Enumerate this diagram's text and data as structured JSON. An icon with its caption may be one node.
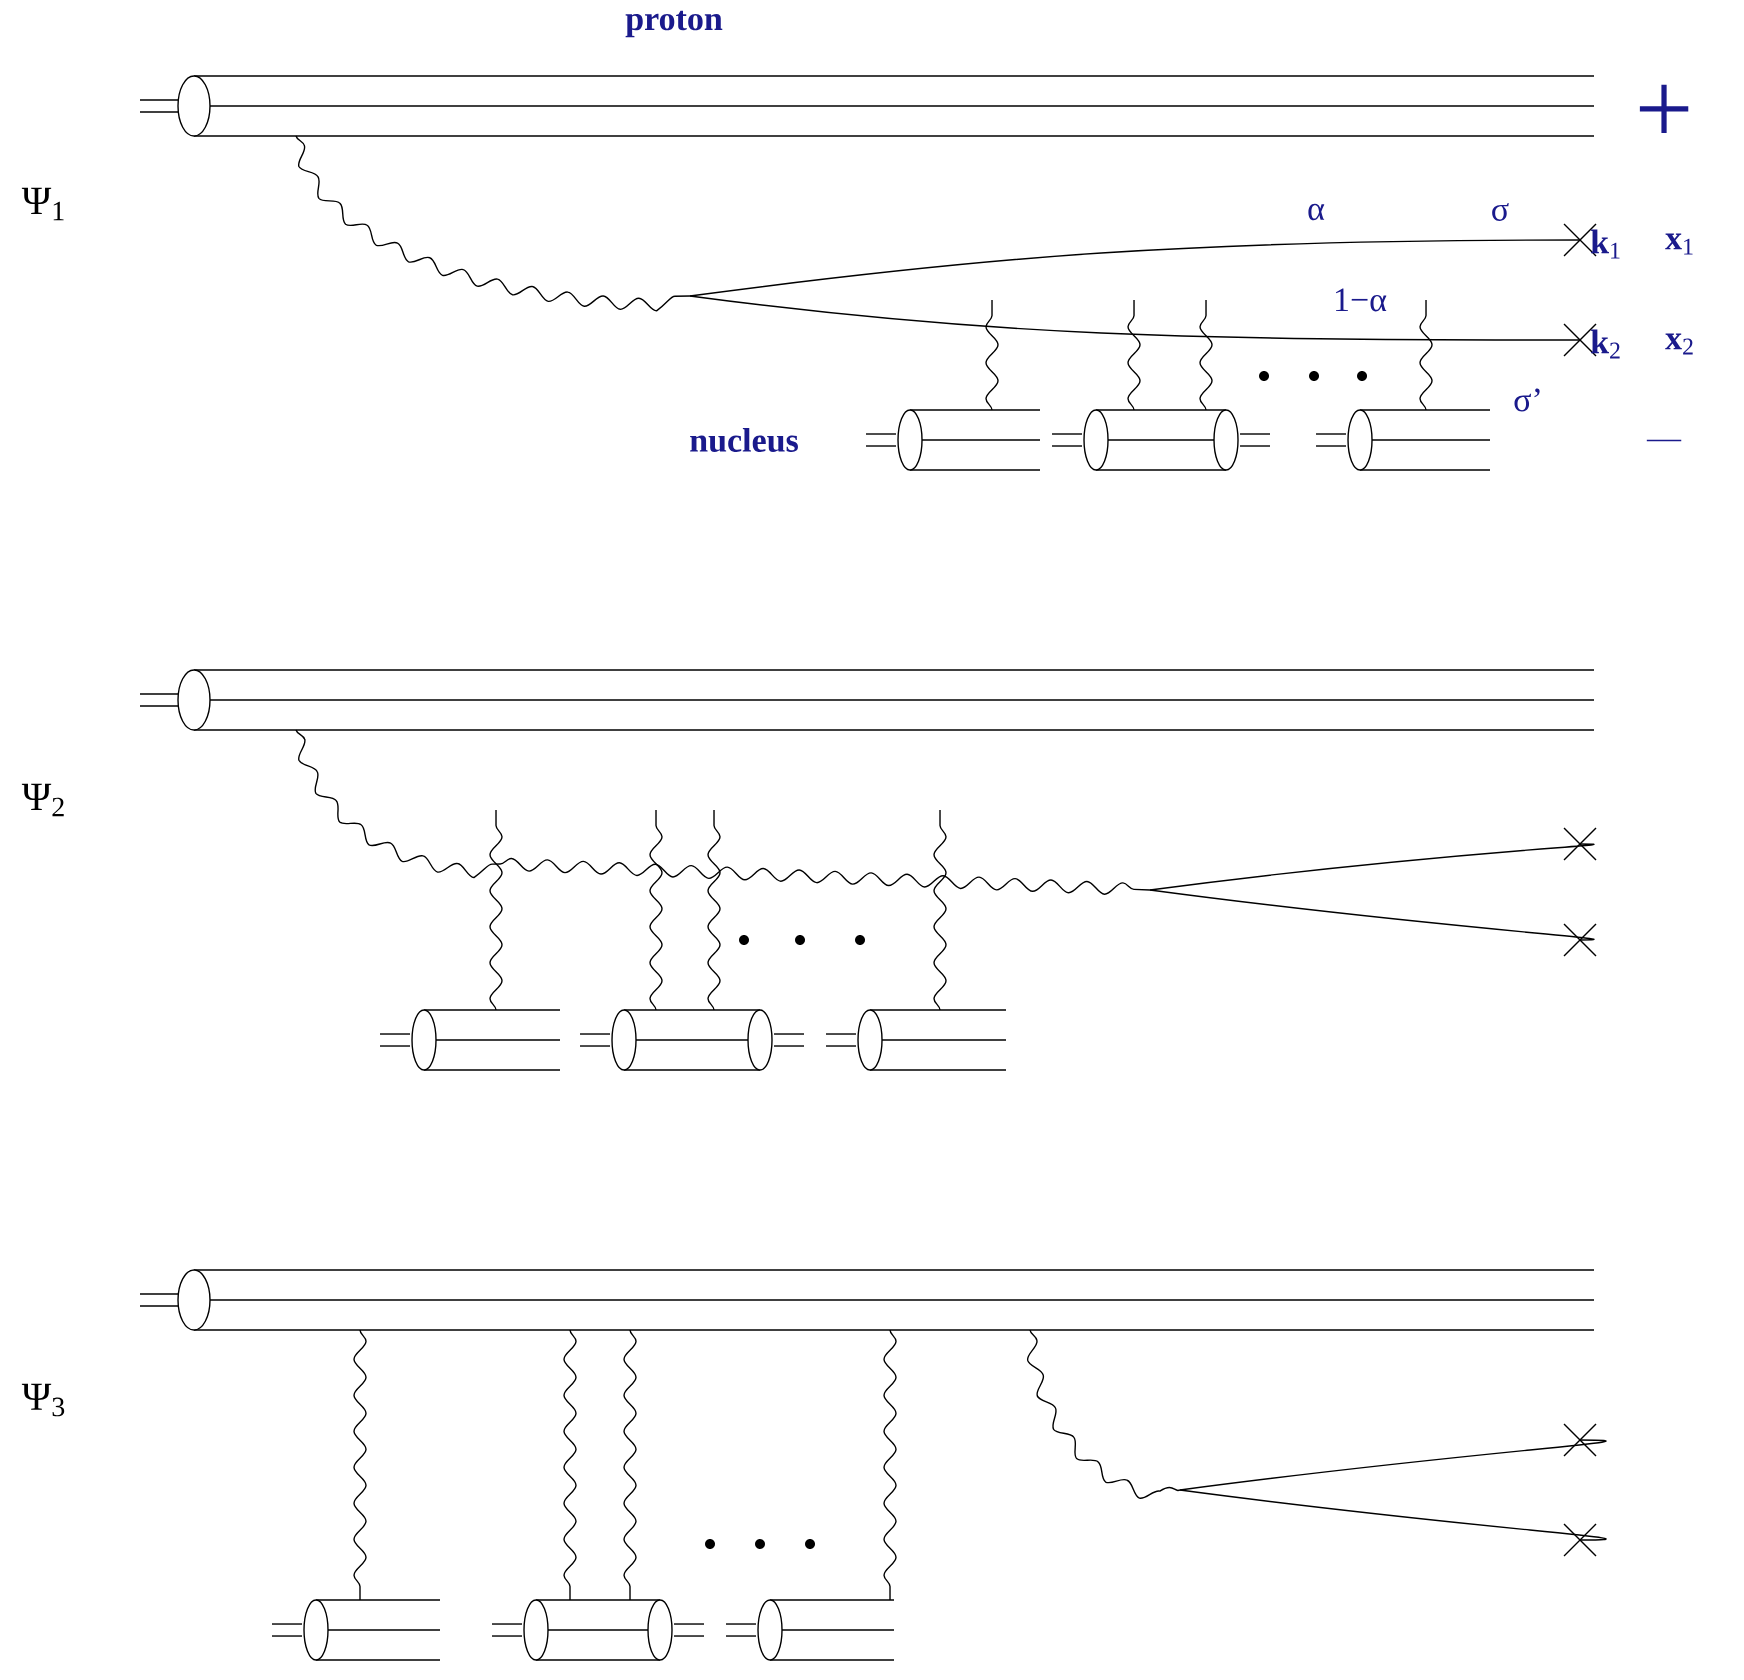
{
  "diagram": {
    "labels": [
      "proton",
      "+",
      "Ψ$_{1}$",
      "α",
      "σ",
      "**k**$_{1}$",
      "**x**$_{1}$",
      "1−α",
      "**k**$_{2}$",
      "**x**$_{2}$",
      "σ’",
      "nucleus",
      "—",
      "Ψ$_{2}$",
      "Ψ$_{3}$"
    ]
  }
}
